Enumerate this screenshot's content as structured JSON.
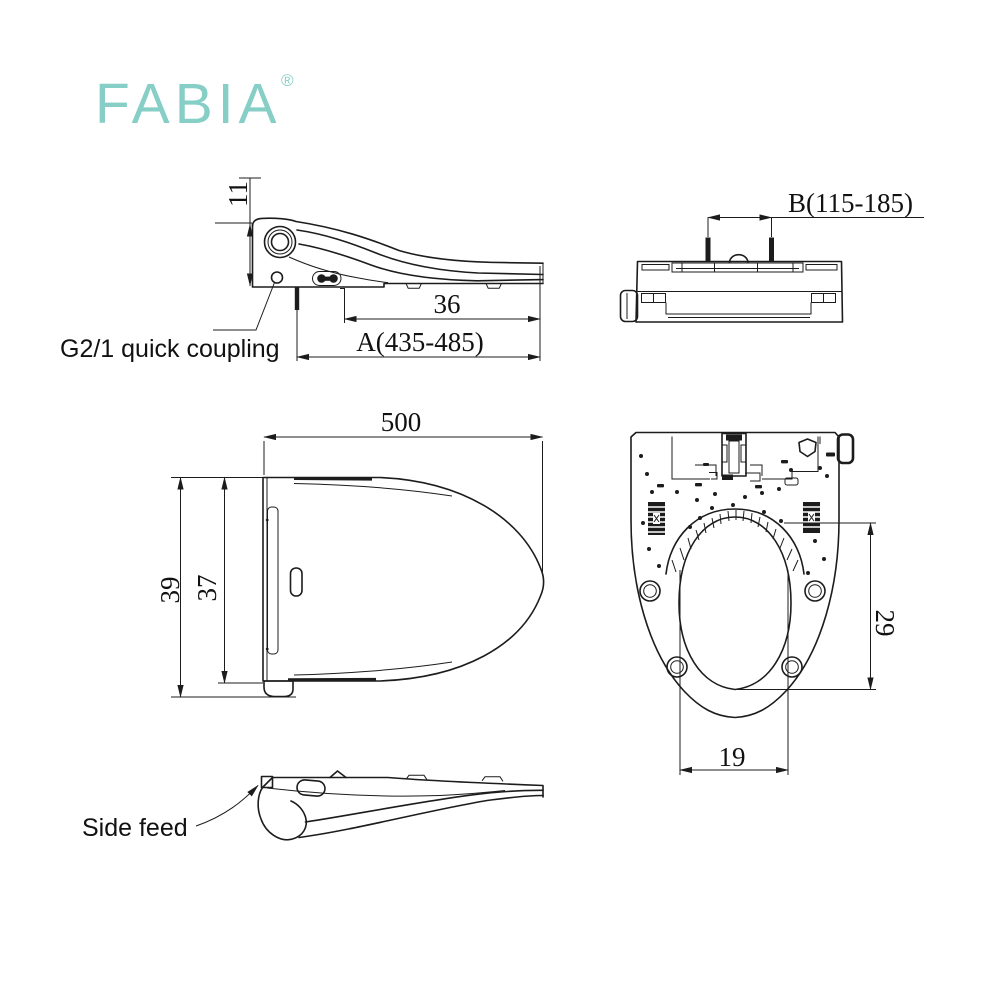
{
  "brand": {
    "name": "FABIA",
    "registered": "®",
    "color": "#87cec6"
  },
  "annotations": {
    "quick_coupling": "G2/1 quick coupling",
    "side_feed": "Side feed"
  },
  "dims": {
    "d11": "11",
    "d36": "36",
    "dA": "A(435-485)",
    "dB": "B(115-185)",
    "d500": "500",
    "d39": "39",
    "d37": "37",
    "d29": "29",
    "d19": "19"
  }
}
